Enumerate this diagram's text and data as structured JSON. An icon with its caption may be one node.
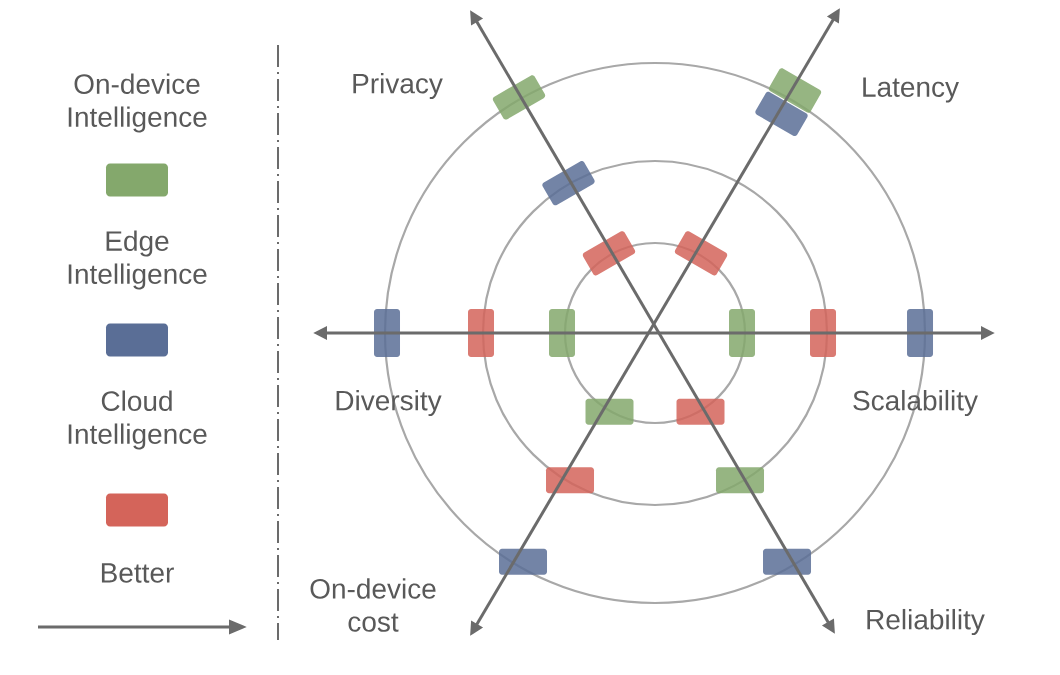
{
  "diagram": {
    "labels": [
      "Privacy",
      "Latency",
      "Diversity",
      "Scalability",
      "On-device cost",
      "Reliability"
    ],
    "legend": [
      {
        "text": "On-device Intelligence",
        "color": "#84a86c"
      },
      {
        "text": "Edge Intelligence",
        "color": "#5a6e96"
      },
      {
        "text": "Cloud Intelligence",
        "color": "#d4645a"
      },
      {
        "text": "Better"
      }
    ]
  }
}
